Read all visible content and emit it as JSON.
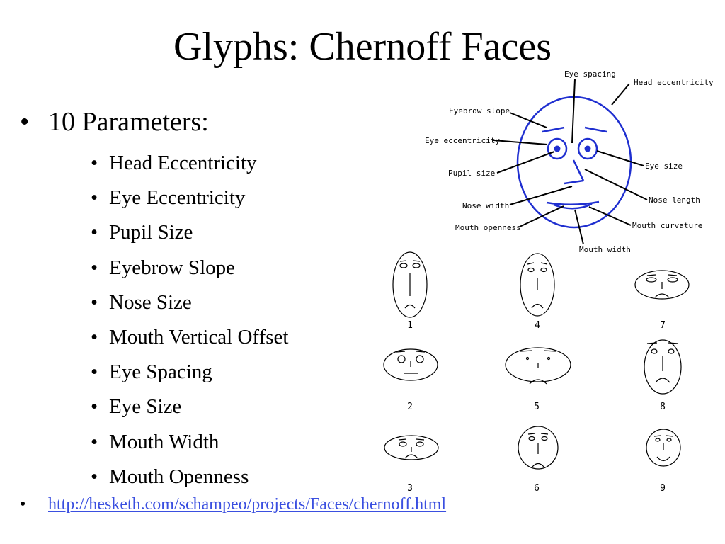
{
  "title": "Glyphs:  Chernoff Faces",
  "main_bullet": "10 Parameters:",
  "parameters": [
    "Head Eccentricity",
    "Eye Eccentricity",
    "Pupil Size",
    "Eyebrow Slope",
    "Nose Size",
    "Mouth Vertical Offset",
    "Eye Spacing",
    "Eye Size",
    "Mouth Width",
    "Mouth Openness"
  ],
  "link": "http://hesketh.com/schampeo/projects/Faces/chernoff.html",
  "colors": {
    "link": "#3a4fe0",
    "diagram_face": "#1f2fd0"
  },
  "diagram": {
    "labels": {
      "eye_spacing": "Eye spacing",
      "head_eccentricity": "Head eccentricity",
      "eyebrow_slope": "Eyebrow slope",
      "eye_eccentricity": "Eye eccentricity",
      "eye_size": "Eye size",
      "pupil_size": "Pupil size",
      "nose_length": "Nose length",
      "nose_width": "Nose width",
      "mouth_curvature": "Mouth curvature",
      "mouth_openness": "Mouth openness",
      "mouth_width": "Mouth width"
    }
  },
  "faces": [
    {
      "n": "1"
    },
    {
      "n": "4"
    },
    {
      "n": "7"
    },
    {
      "n": "2"
    },
    {
      "n": "5"
    },
    {
      "n": "8"
    },
    {
      "n": "3"
    },
    {
      "n": "6"
    },
    {
      "n": "9"
    }
  ]
}
